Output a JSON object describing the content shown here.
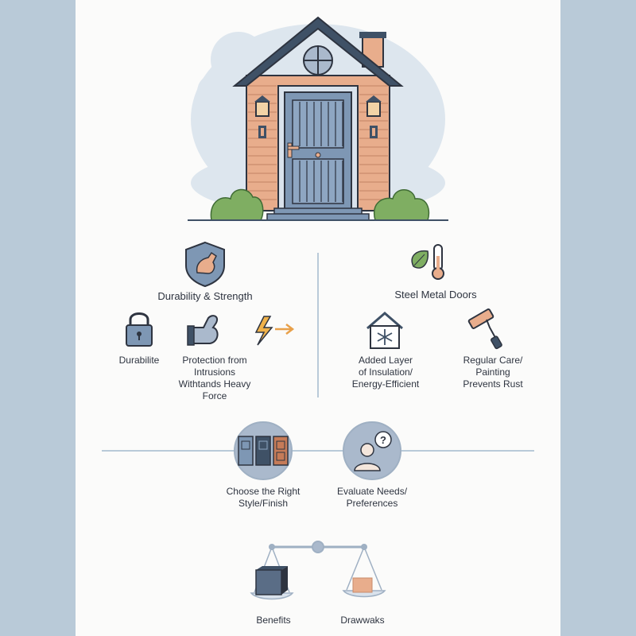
{
  "colors": {
    "background": "#b9cad8",
    "panel": "#fbfbfa",
    "brick": "#e8ad8c",
    "roof": "#3f5166",
    "door": "#7e97b4",
    "bush": "#7fae62",
    "cloud": "#dde6ee",
    "text": "#2e3440"
  },
  "left_section": {
    "title": "Durability & Strength",
    "items": [
      {
        "label": "Durabilite",
        "icon": "padlock-icon"
      },
      {
        "label": "Protection from\nIntrusions\nWithtands Heavy\nForce",
        "icon": "flexed-arm-icon"
      },
      {
        "label": "",
        "icon": "lightning-arrow-icon"
      }
    ]
  },
  "right_section": {
    "title": "Steel Metal Doors",
    "items": [
      {
        "label": "Added Layer\nof Insulation/\nEnergy-Efficient",
        "icon": "house-snowflake-icon"
      },
      {
        "label": "Regular Care/\nPainting\nPrevents Rust",
        "icon": "paint-roller-icon"
      }
    ]
  },
  "steps": [
    {
      "label": "Choose the Right\nStyle/Finish",
      "icon": "door-styles-icon"
    },
    {
      "label": "Evaluate Needs/\nPreferences",
      "icon": "person-question-icon"
    }
  ],
  "scale": {
    "left_label": "Benefits",
    "right_label": "Drawwaks"
  }
}
